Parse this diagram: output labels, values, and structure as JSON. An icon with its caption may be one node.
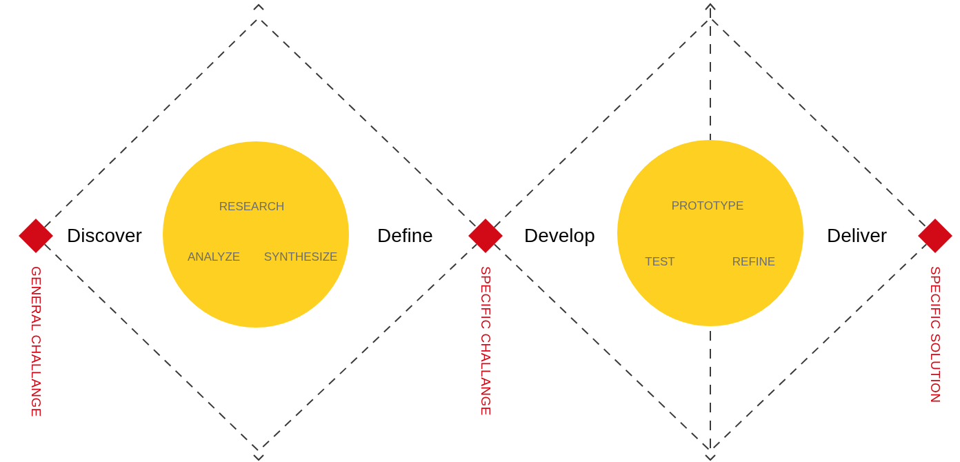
{
  "diagram": {
    "nodes": [
      {
        "text": [],
        "shape": "diamond",
        "beside": [
          "GENERAL CHALLANGE"
        ]
      },
      {
        "text": [],
        "shape": "diamond",
        "beside": [
          "SPECIFIC CHALLANGE"
        ]
      },
      {
        "text": [],
        "shape": "diamond",
        "beside": [
          "SPECIFIC SOLUTION"
        ]
      },
      {
        "text": [
          "RESEARCH",
          "ANALYZE",
          "SYNTHESIZE"
        ]
      },
      {
        "text": [
          "PROTOTYPE",
          "TEST",
          "REFINE"
        ]
      }
    ],
    "edges": [
      {
        "from": 0,
        "to": 1,
        "arrow": "none",
        "style": "dashed"
      },
      {
        "from": 0,
        "to": 1,
        "arrow": "none",
        "style": "dashed"
      },
      {
        "from": 1,
        "to": 2,
        "arrow": "none",
        "style": "dashed"
      },
      {
        "from": 1,
        "to": 2,
        "arrow": "none",
        "style": "dashed"
      }
    ],
    "labels": [
      "Discover",
      "Define",
      "Develop",
      "Deliver"
    ]
  }
}
